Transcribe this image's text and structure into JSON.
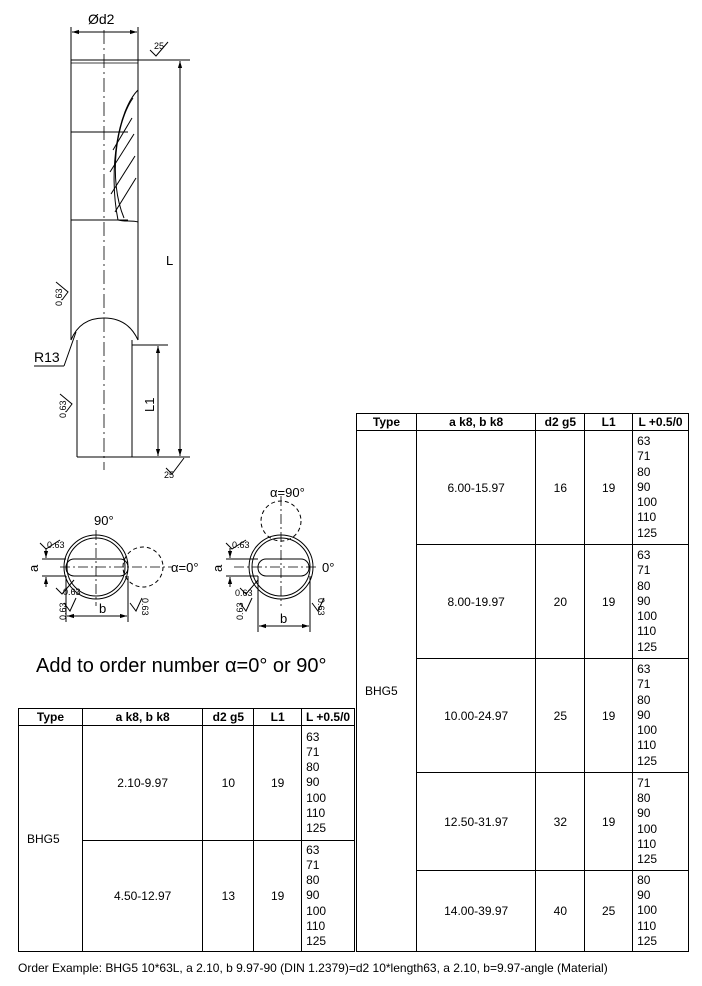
{
  "drawing": {
    "dia_label": "Ød2",
    "len_label": "L",
    "len1_label": "L1",
    "radius_label": "R13",
    "finish_25": "25",
    "finish_063": "0.63",
    "view1_top_angle": "90°",
    "view1_side_angle": "α=0°",
    "view2_top_angle": "α=90°",
    "view2_side_angle": "0°",
    "dim_a": "a",
    "dim_b": "b"
  },
  "order_note": "Add to order number α=0° or 90°",
  "headers": [
    "Type",
    "a k8, b k8",
    "d2 g5",
    "L1",
    "L +0.5/0"
  ],
  "table_small": {
    "type": "BHG5",
    "rows": [
      {
        "ab": "2.10-9.97",
        "d2": "10",
        "l1": "19",
        "L": "63\n71\n80\n90\n100\n110\n125"
      },
      {
        "ab": "4.50-12.97",
        "d2": "13",
        "l1": "19",
        "L": "63\n71\n80\n90\n100\n110\n125"
      }
    ]
  },
  "table_large": {
    "type": "BHG5",
    "rows": [
      {
        "ab": "6.00-15.97",
        "d2": "16",
        "l1": "19",
        "L": "63\n71\n80\n90\n100\n110\n125"
      },
      {
        "ab": "8.00-19.97",
        "d2": "20",
        "l1": "19",
        "L": "63\n71\n80\n90\n100\n110\n125"
      },
      {
        "ab": "10.00-24.97",
        "d2": "25",
        "l1": "19",
        "L": "63\n71\n80\n90\n100\n110\n125"
      },
      {
        "ab": "12.50-31.97",
        "d2": "32",
        "l1": "19",
        "L": "71\n80\n90\n100\n110\n125"
      },
      {
        "ab": "14.00-39.97",
        "d2": "40",
        "l1": "25",
        "L": "80\n90\n100\n110\n125"
      }
    ]
  },
  "order_example": "Order Example: BHG5 10*63L, a 2.10, b 9.97-90 (DIN 1.2379)=d2 10*length63, a 2.10, b=9.97-angle (Material)"
}
